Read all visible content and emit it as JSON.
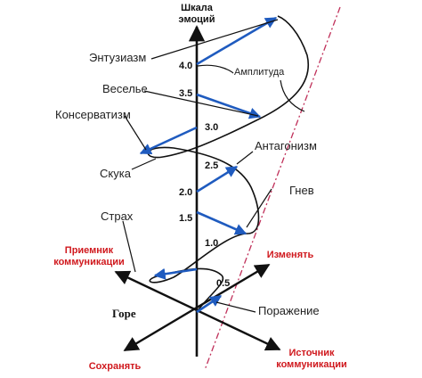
{
  "scale_title_line1": "Шкала",
  "scale_title_line2": "эмоций",
  "ticks": [
    "0.5",
    "1.0",
    "1.5",
    "2.0",
    "2.5",
    "3.0",
    "3.5",
    "4.0"
  ],
  "emotions": {
    "enthusiasm": "Энтузиазм",
    "joy": "Веселье",
    "conservatism": "Консерватизм",
    "boredom": "Скука",
    "fear": "Страх",
    "grief": "Горе",
    "antagonism": "Антагонизм",
    "anger": "Гнев",
    "defeat": "Поражение"
  },
  "amplitude": "Амплитуда",
  "axes": {
    "receiver_line1": "Приемник",
    "receiver_line2": "коммуникации",
    "change": "Изменять",
    "preserve": "Сохранять",
    "source_line1": "Источник",
    "source_line2": "коммуникации"
  },
  "colors": {
    "arrow": "#1f5bbf",
    "accent_text": "#d0191e",
    "guide_line": "#c0305a"
  }
}
